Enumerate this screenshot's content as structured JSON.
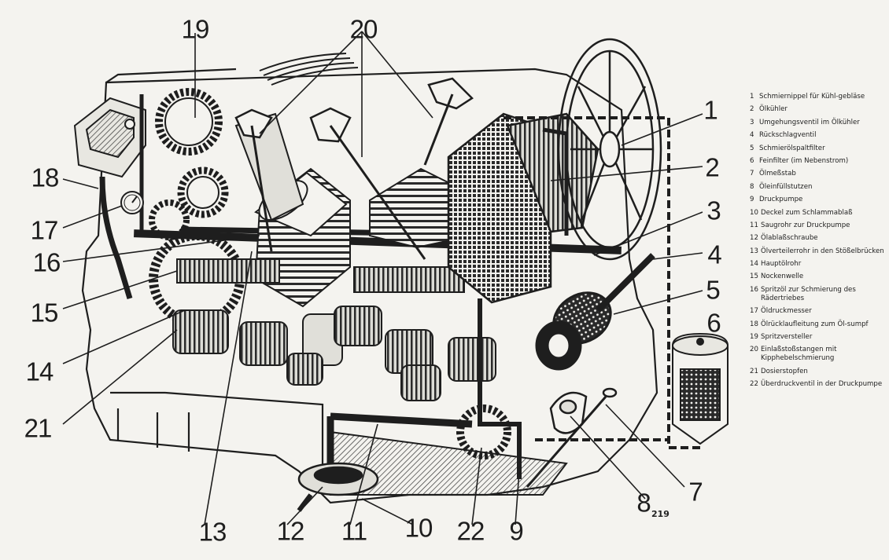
{
  "callouts": [
    "1",
    "2",
    "3",
    "4",
    "5",
    "6",
    "7",
    "8",
    "9",
    "10",
    "11",
    "12",
    "13",
    "14",
    "15",
    "16",
    "17",
    "18",
    "19",
    "20",
    "21",
    "22"
  ],
  "legend": [
    {
      "num": "1",
      "text": "Schmiernippel für Kühl-gebläse"
    },
    {
      "num": "2",
      "text": "Ölkühler"
    },
    {
      "num": "3",
      "text": "Umgehungsventil im Ölkühler"
    },
    {
      "num": "4",
      "text": "Rückschlagventil"
    },
    {
      "num": "5",
      "text": "Schmierölspaltfilter"
    },
    {
      "num": "6",
      "text": "Feinfilter (im Nebenstrom)"
    },
    {
      "num": "7",
      "text": "Ölmeßstab"
    },
    {
      "num": "8",
      "text": "Öleinfüllstutzen"
    },
    {
      "num": "9",
      "text": "Druckpumpe"
    },
    {
      "num": "10",
      "text": "Deckel zum Schlammablaß"
    },
    {
      "num": "11",
      "text": "Saugrohr zur Druckpumpe"
    },
    {
      "num": "12",
      "text": "Ölablaßschraube"
    },
    {
      "num": "13",
      "text": "Ölverteilerrohr in den Stößelbrücken"
    },
    {
      "num": "14",
      "text": "Hauptölrohr"
    },
    {
      "num": "15",
      "text": "Nockenwelle"
    },
    {
      "num": "16",
      "text": "Spritzöl zur Schmierung des Rädertriebes"
    },
    {
      "num": "17",
      "text": "Öldruckmesser"
    },
    {
      "num": "18",
      "text": "Ölrücklaufleitung zum Öl-sumpf"
    },
    {
      "num": "19",
      "text": "Spritzversteller"
    },
    {
      "num": "20",
      "text": "Einlaßstoßstangen mit Kipphebelschmierung"
    },
    {
      "num": "21",
      "text": "Dosierstopfen"
    },
    {
      "num": "22",
      "text": "Überdruckventil in der Druckpumpe"
    }
  ],
  "page_number": "219"
}
